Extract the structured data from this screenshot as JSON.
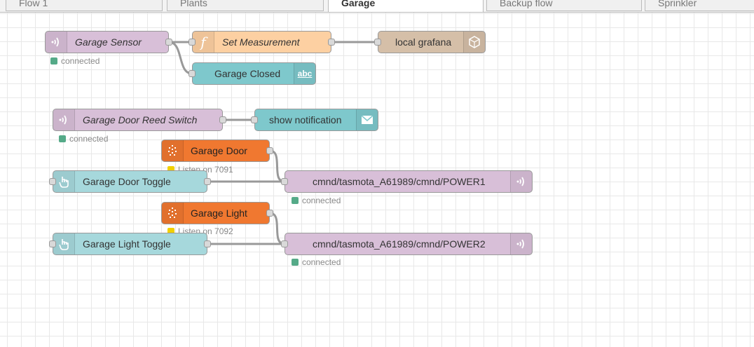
{
  "tabs": [
    {
      "label": "Flow 1",
      "active": false
    },
    {
      "label": "Plants",
      "active": false
    },
    {
      "label": "Garage",
      "active": true
    },
    {
      "label": "Backup flow",
      "active": false
    },
    {
      "label": "Sprinkler",
      "active": false
    }
  ],
  "nodes": {
    "garage_sensor": {
      "label": "Garage Sensor",
      "status": "connected",
      "type": "mqtt in",
      "color": "#d8bfd8"
    },
    "set_measurement": {
      "label": "Set Measurement",
      "type": "function",
      "color": "#fdd0a2"
    },
    "local_grafana": {
      "label": "local grafana",
      "type": "grafana",
      "color": "#d5bfa8"
    },
    "garage_closed": {
      "label": "Garage Closed",
      "type": "text",
      "color": "#7ec8cc"
    },
    "reed_switch": {
      "label": "Garage Door Reed Switch",
      "status": "connected",
      "type": "mqtt in",
      "color": "#d8bfd8"
    },
    "show_notification": {
      "label": "show notification",
      "type": "notification",
      "color": "#7ec8cc"
    },
    "garage_door": {
      "label": "Garage Door",
      "status": "Listen on 7091",
      "type": "tcp in",
      "color": "#f07830"
    },
    "door_toggle": {
      "label": "Garage Door Toggle",
      "type": "button",
      "color": "#a6d8dc"
    },
    "power1": {
      "label": "cmnd/tasmota_A61989/cmnd/POWER1",
      "status": "connected",
      "type": "mqtt out",
      "color": "#d8bfd8"
    },
    "garage_light": {
      "label": "Garage Light",
      "status": "Listen on 7092",
      "type": "tcp in",
      "color": "#f07830"
    },
    "light_toggle": {
      "label": "Garage Light Toggle",
      "type": "button",
      "color": "#a6d8dc"
    },
    "power2": {
      "label": "cmnd/tasmota_A61989/cmnd/POWER2",
      "status": "connected",
      "type": "mqtt out",
      "color": "#d8bfd8"
    }
  },
  "icons": {
    "mqtt": "wifi-signal-icon",
    "function": "function-icon",
    "grafana": "grafana-icon",
    "text": "abc-text-icon",
    "notification": "envelope-icon",
    "tcp": "network-icon",
    "button": "pointer-hand-icon"
  }
}
